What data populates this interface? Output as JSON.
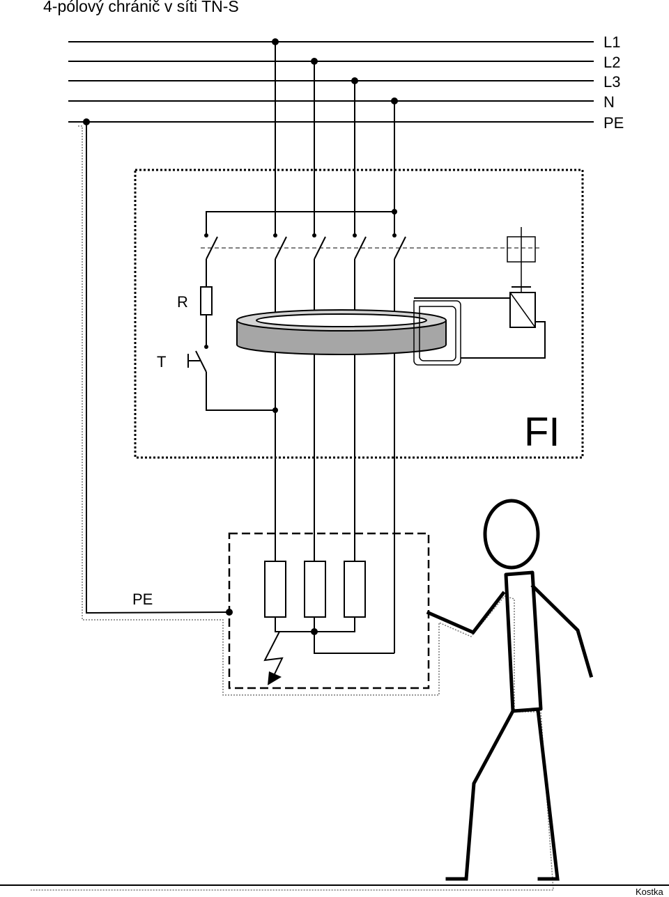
{
  "title": "4-pólový chránič v síti TN-S",
  "bus_labels": {
    "l1": "L1",
    "l2": "L2",
    "l3": "L3",
    "n": "N",
    "pe": "PE"
  },
  "device": {
    "label": "FI",
    "resistor_label": "R",
    "test_button_label": "T"
  },
  "pe_connection_label": "PE",
  "footer": {
    "label": "Kostka"
  }
}
